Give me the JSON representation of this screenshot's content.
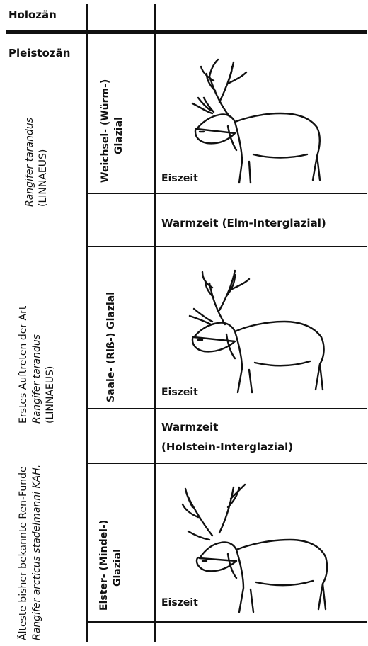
{
  "epochs": {
    "holocene": "Holozän",
    "pleistocene": "Pleistozän"
  },
  "species_column": {
    "group1": {
      "line1": "Rangifer tarandus",
      "line2": "(LINNAEUS)"
    },
    "group2": {
      "line1": "Erstes Auftreten der Art",
      "line2": "Rangifer tarandus",
      "line3": "(LINNAEUS)"
    },
    "group3": {
      "line1": "Älteste bisher bekannte Ren-Funde",
      "line2": "Rangifer arcticus stadelmanni KAH."
    }
  },
  "glacials": {
    "weichsel": {
      "line1": "Weichsel- (Würm-)",
      "line2": "Glazial"
    },
    "saale": {
      "line1": "Saale- (Riß-) Glazial"
    },
    "elster": {
      "line1": "Elster- (Mindel-)",
      "line2": "Glazial"
    }
  },
  "periods": {
    "eiszeit_1": "Eiszeit",
    "warmzeit_1": "Warmzeit (Elm-Interglazial)",
    "eiszeit_2": "Eiszeit",
    "warmzeit_2_line1": "Warmzeit",
    "warmzeit_2_line2": "(Holstein-Interglazial)",
    "eiszeit_3": "Eiszeit"
  },
  "illustrations": [
    "reindeer-icon",
    "reindeer-icon",
    "reindeer-icon"
  ]
}
